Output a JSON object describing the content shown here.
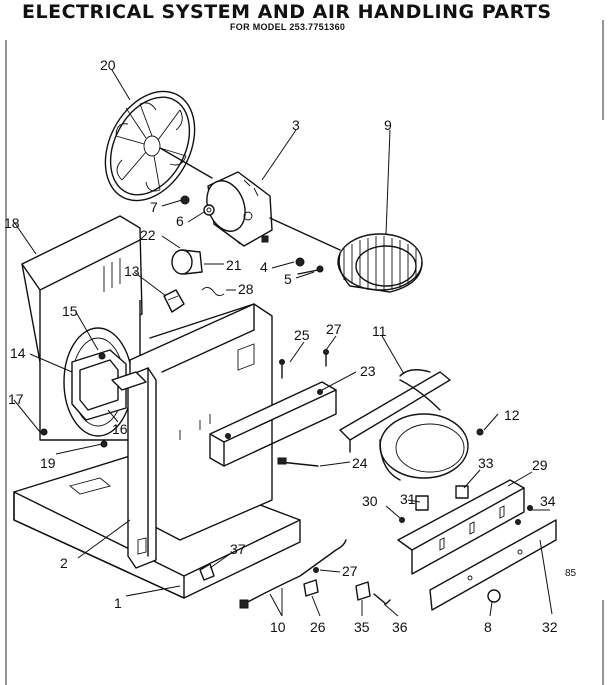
{
  "header": {
    "title": "ELECTRICAL SYSTEM AND AIR HANDLING PARTS",
    "subtitle": "FOR MODEL 253.7751360"
  },
  "callouts": {
    "p20": "20",
    "p3": "3",
    "p9": "9",
    "p7": "7",
    "p6": "6",
    "p18": "18",
    "p22": "22",
    "p21": "21",
    "p4": "4",
    "p5": "5",
    "p13": "13",
    "p28": "28",
    "p15": "15",
    "p14": "14",
    "p25": "25",
    "p27a": "27",
    "p11": "11",
    "p23": "23",
    "p17": "17",
    "p16": "16",
    "p19": "19",
    "p12": "12",
    "p24": "24",
    "p33": "33",
    "p29": "29",
    "p30": "30",
    "p31": "31",
    "p34": "34",
    "p2": "2",
    "p37": "37",
    "p27b": "27",
    "p1": "1",
    "p10": "10",
    "p26": "26",
    "p35": "35",
    "p36": "36",
    "p8": "8",
    "p32": "32"
  },
  "footnote": "85"
}
